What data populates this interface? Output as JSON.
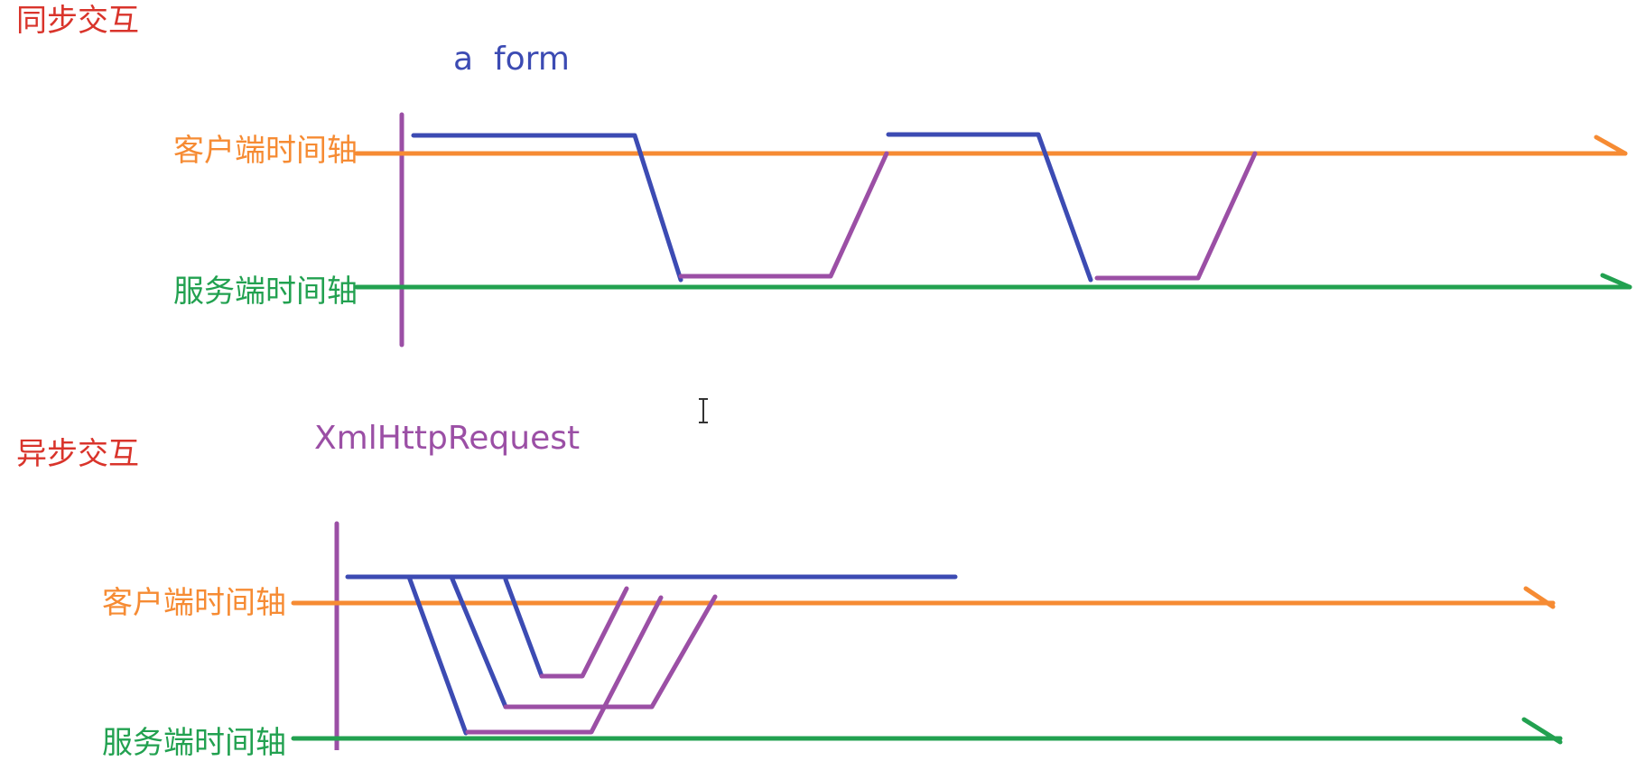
{
  "sync": {
    "title": "同步交互",
    "mechanism": "a  form",
    "client_axis": "客户端时间轴",
    "server_axis": "服务端时间轴"
  },
  "async": {
    "title": "异步交互",
    "mechanism": "XmlHttpRequest",
    "client_axis": "客户端时间轴",
    "server_axis": "服务端时间轴"
  },
  "colors": {
    "section_title": "#d9342b",
    "client_axis": "#f68b33",
    "server_axis": "#22a150",
    "request_stroke": "#3c4bb3",
    "response_stroke": "#9b4fa5",
    "start_marker": "#9b4fa5"
  },
  "icons": {
    "cursor": "text-cursor-icon"
  }
}
